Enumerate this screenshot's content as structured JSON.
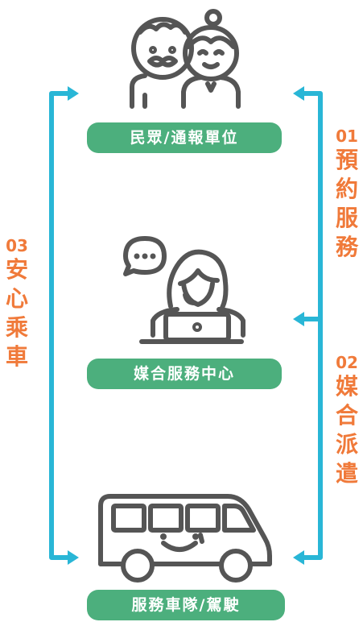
{
  "nodes": {
    "residents": "民眾/通報單位",
    "dispatch_center": "媒合服務中心",
    "fleet": "服務車隊/駕駛"
  },
  "steps": [
    {
      "number": "01",
      "label": [
        "預",
        "約",
        "服",
        "務"
      ]
    },
    {
      "number": "02",
      "label": [
        "媒",
        "合",
        "派",
        "遣"
      ]
    },
    {
      "number": "03",
      "label": [
        "安",
        "心",
        "乘",
        "車"
      ]
    }
  ],
  "colors": {
    "arrow": "#29b6d6",
    "pill": "#4caf7d",
    "step_text": "#f07a3a",
    "icon_stroke": "#555555"
  }
}
